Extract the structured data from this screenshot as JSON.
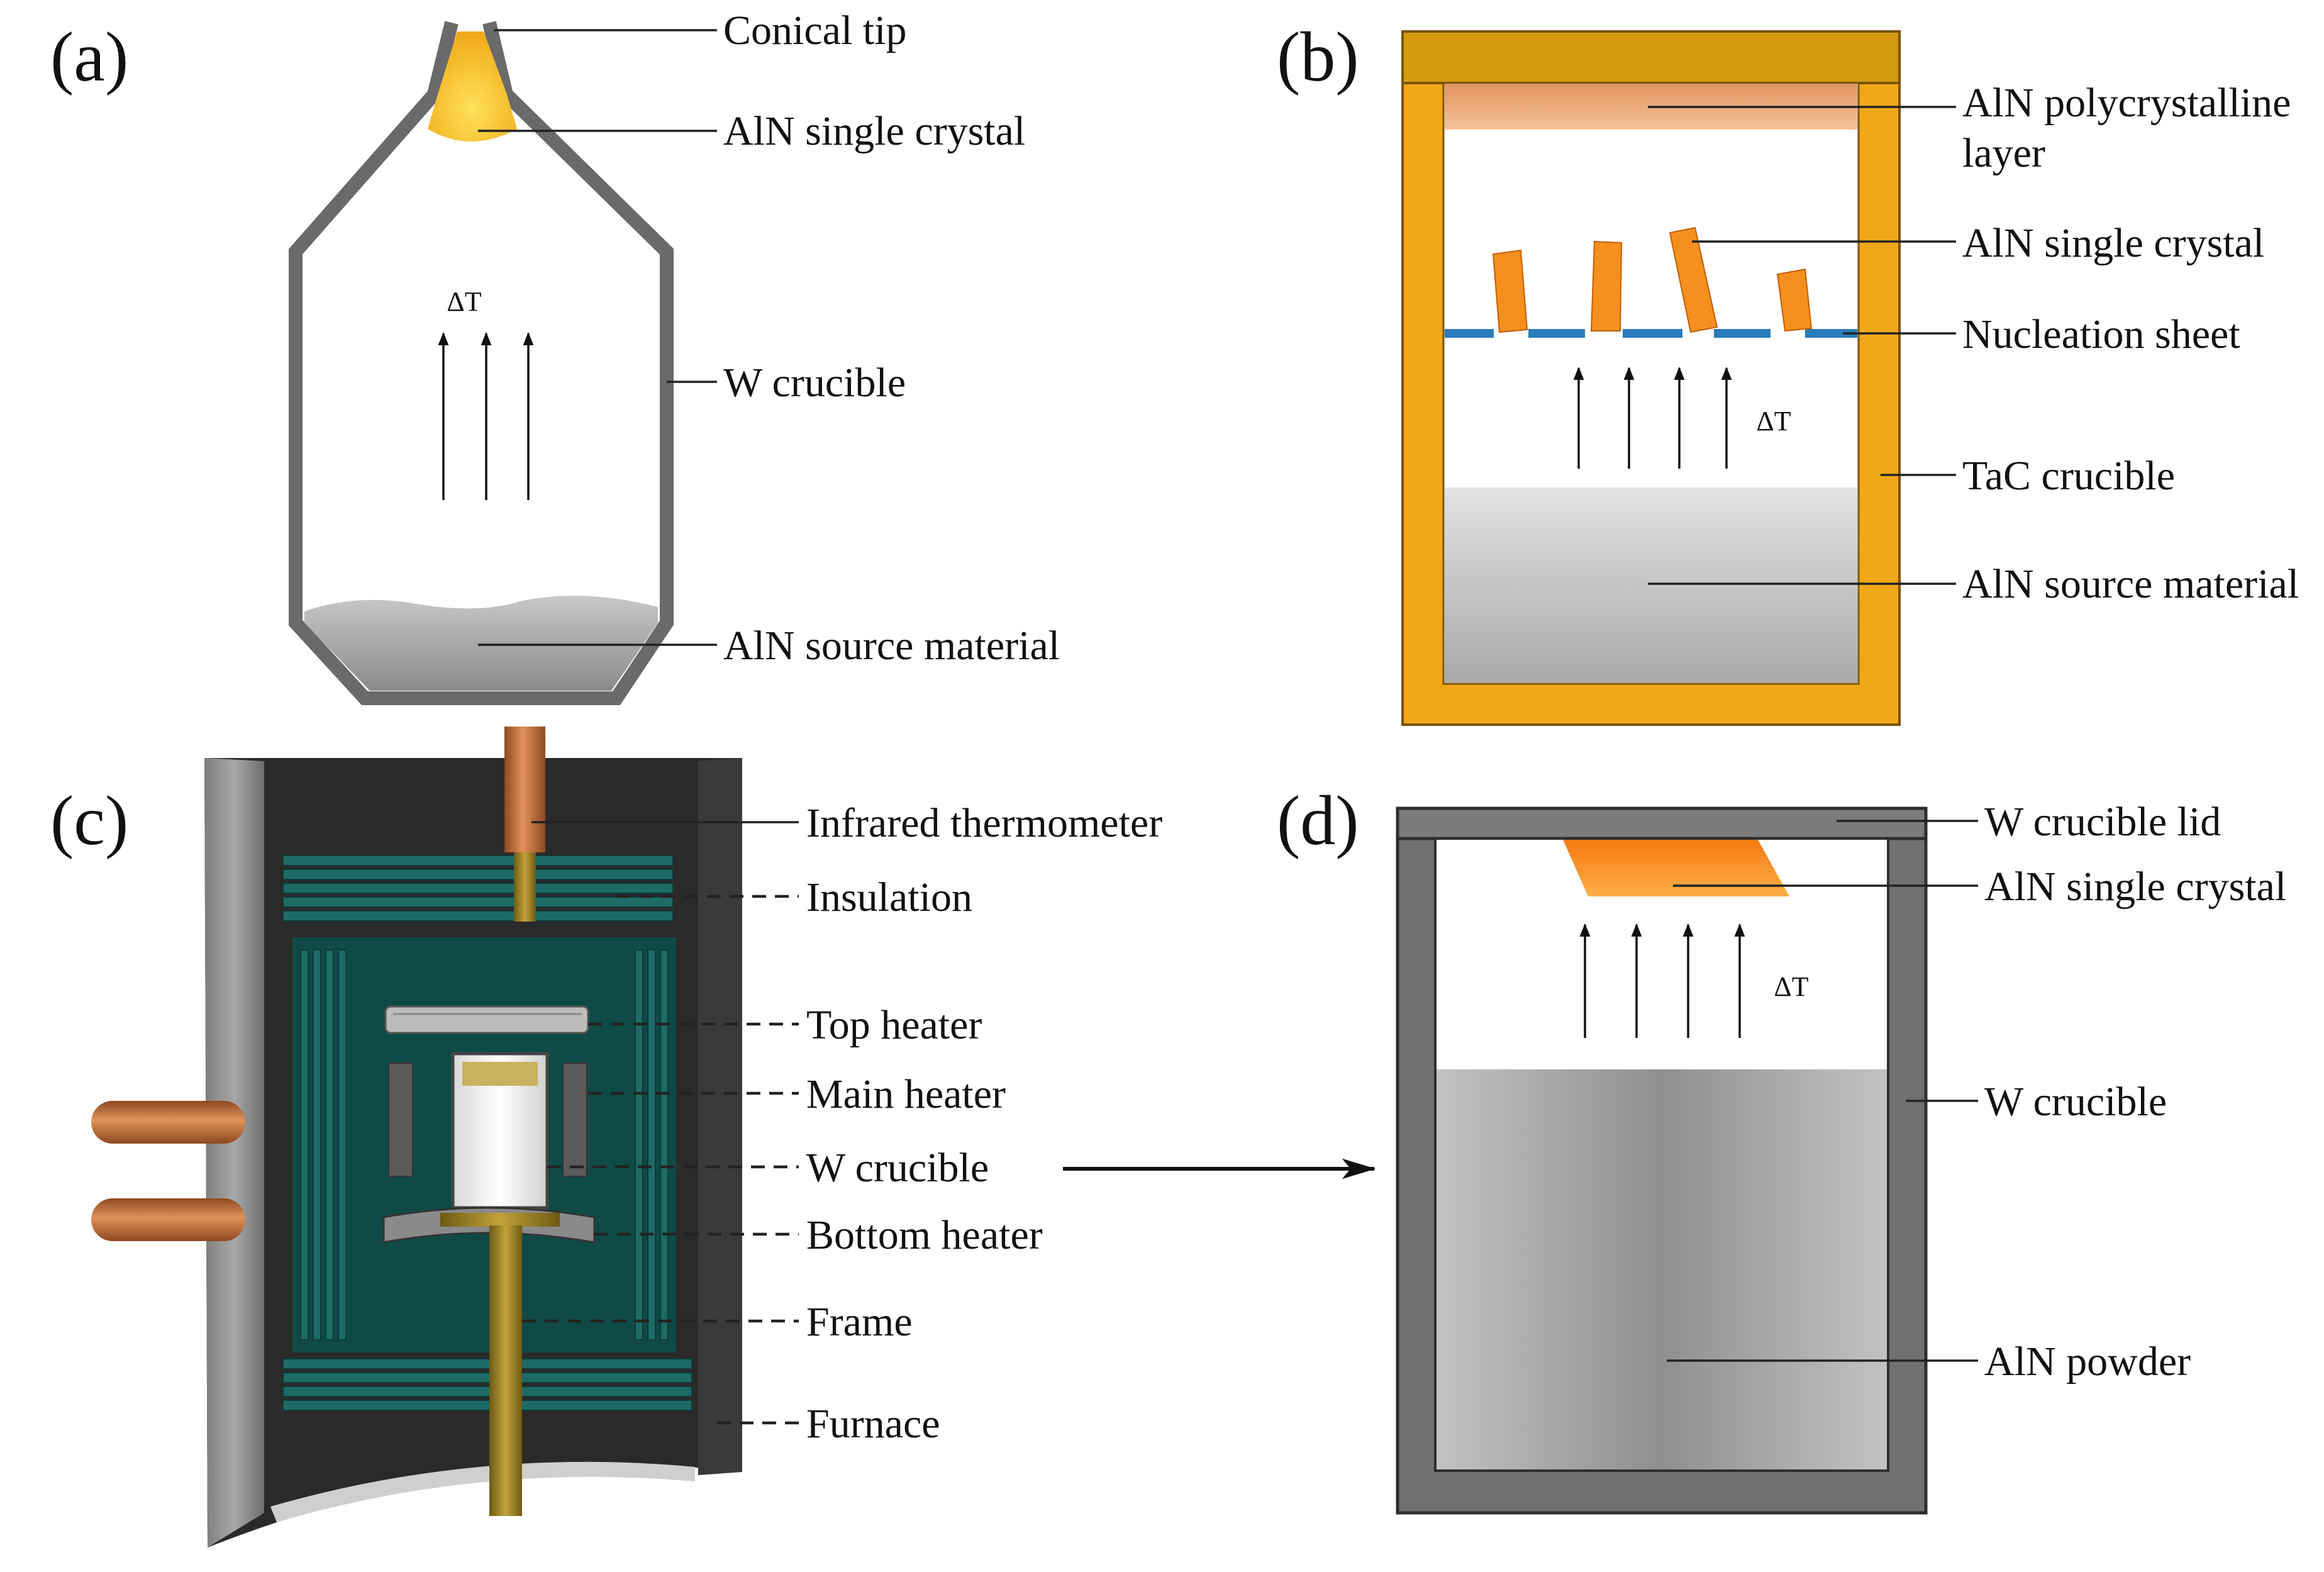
{
  "panels": {
    "a": {
      "tag": "(a)",
      "labels": {
        "conical_tip": "Conical tip",
        "single_crystal": "AlN single crystal",
        "crucible": "W crucible",
        "source": "AlN source material"
      },
      "delta_t": "ΔT"
    },
    "b": {
      "tag": "(b)",
      "labels": {
        "poly_layer_line1": "AlN polycrystalline",
        "poly_layer_line2": "layer",
        "single_crystal": "AlN single crystal",
        "nucleation": "Nucleation sheet",
        "crucible": "TaC crucible",
        "source": "AlN source material"
      },
      "delta_t": "ΔT"
    },
    "c": {
      "tag": "(c)",
      "labels": {
        "thermometer": "Infrared thermometer",
        "insulation": "Insulation",
        "top_heater": "Top heater",
        "main_heater": "Main heater",
        "crucible": "W crucible",
        "bottom_heater": "Bottom heater",
        "frame": "Frame",
        "furnace": "Furnace"
      }
    },
    "d": {
      "tag": "(d)",
      "labels": {
        "lid": "W crucible lid",
        "single_crystal": "AlN single crystal",
        "crucible": "W crucible",
        "powder": "AlN powder"
      },
      "delta_t": "ΔT"
    }
  },
  "colors": {
    "crystal_yellow": "#f6b81c",
    "crystal_orange": "#f5901e",
    "tac_crucible": "#f0a818",
    "w_crucible": "#6a6a6a",
    "nucleation_blue": "#2a7db8",
    "insulation_teal": "#1e6b66",
    "copper": "#c8743f"
  }
}
